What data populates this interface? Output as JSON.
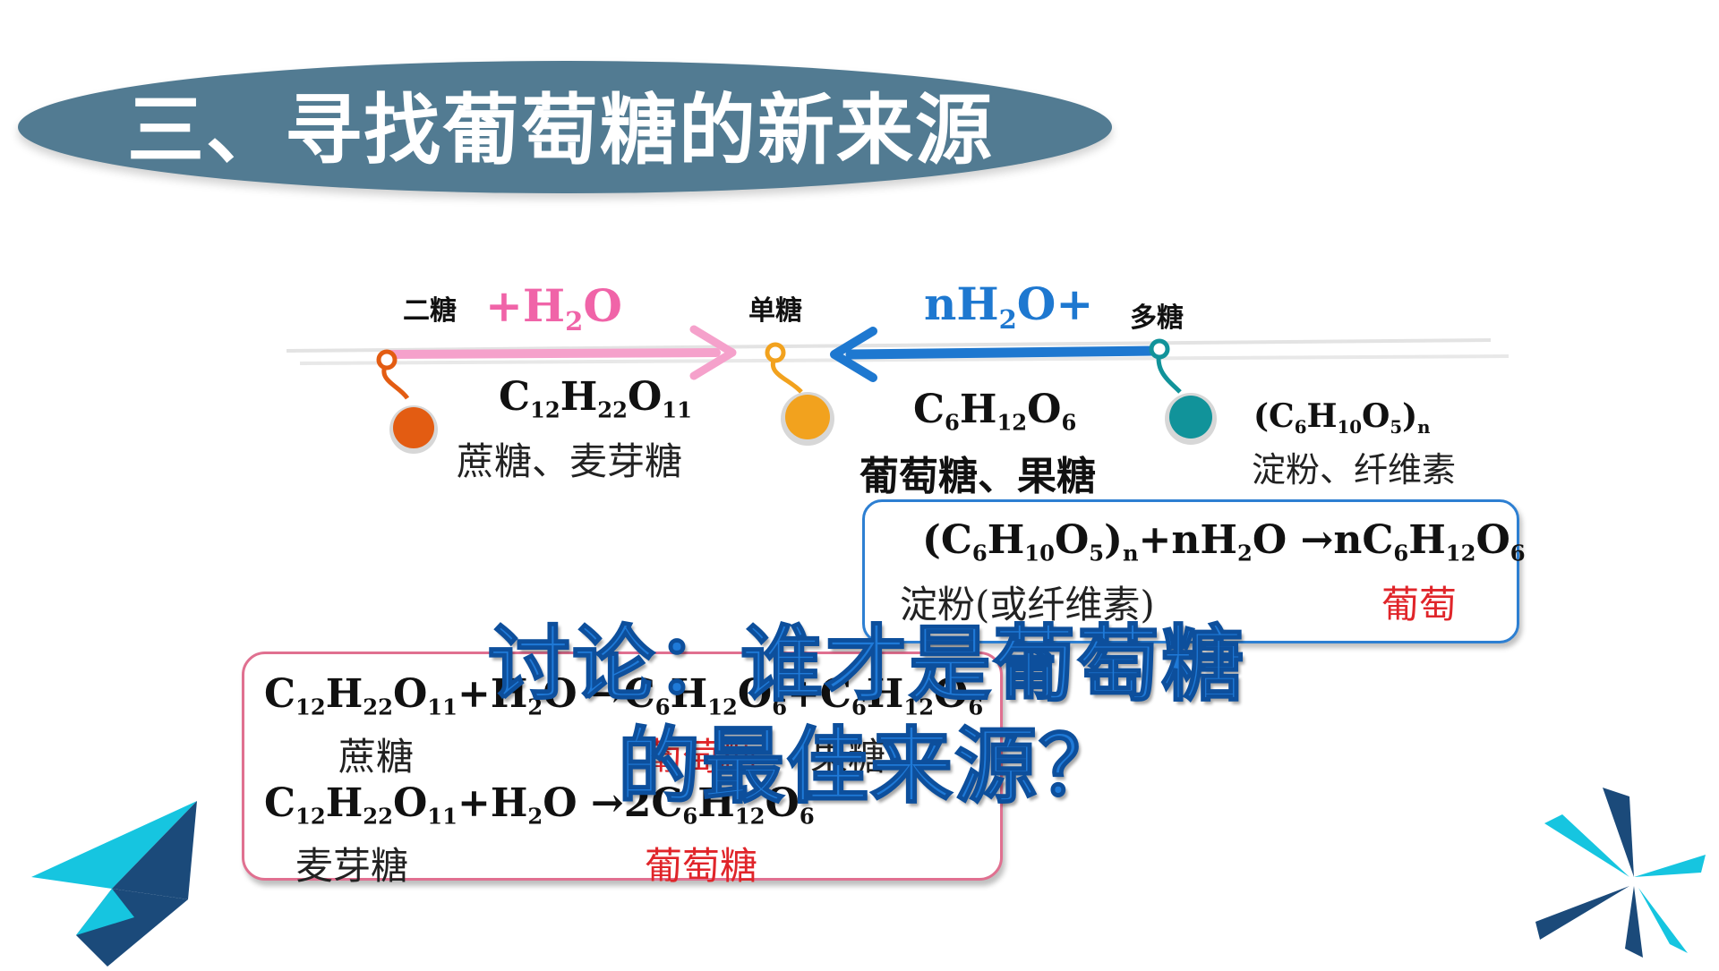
{
  "title": "三、寻找葡萄糖的新来源",
  "chain": {
    "disaccharide": {
      "label": "二糖",
      "formula": {
        "c": "C",
        "c_n": "12",
        "h": "H",
        "h_n": "22",
        "o": "O",
        "o_n": "11"
      },
      "names": "蔗糖、麦芽糖",
      "color": "#e35c12"
    },
    "monosaccharide": {
      "label": "单糖",
      "formula": {
        "c": "C",
        "c_n": "6",
        "h": "H",
        "h_n": "12",
        "o": "O",
        "o_n": "6"
      },
      "names": "葡萄糖、果糖",
      "color": "#f2a21e"
    },
    "polysaccharide": {
      "label": "多糖",
      "formula": {
        "open": "(C",
        "c_n": "6",
        "h": "H",
        "h_n": "10",
        "o": "O",
        "o_n": "5",
        "close": ")",
        "n": "n"
      },
      "names": "淀粉、纤维素",
      "color": "#11939a"
    },
    "left_reagent": {
      "pre": "+H",
      "sub": "2",
      "post": "O",
      "color": "#f064a8"
    },
    "right_reagent": {
      "pre": "nH",
      "sub": "2",
      "post": "O+",
      "color": "#1e78d0"
    }
  },
  "blue_box": {
    "equation": {
      "p1": "(C",
      "s1": "6",
      "p2": "H",
      "s2": "10",
      "p3": "O",
      "s3": "5",
      "p4": ")",
      "s4": "n",
      "p5": "+nH",
      "s5": "2",
      "p6": "O →nC",
      "s6": "6",
      "p7": "H",
      "s7": "12",
      "p8": "O",
      "s8": "6"
    },
    "reactant_name": "淀粉(或纤维素)",
    "product_name": "葡萄",
    "border_color": "#2d7fd2"
  },
  "pink_box": {
    "eq1": {
      "p1": "C",
      "s1": "12",
      "p2": "H",
      "s2": "22",
      "p3": "O",
      "s3": "11",
      "p4": "+H",
      "s4": "2",
      "p5": "O →C",
      "s5": "6",
      "p6": "H",
      "s6": "12",
      "p7": "O",
      "s7": "6",
      "p8": "+C",
      "s8": "6",
      "p9": "H",
      "s9": "12",
      "p10": "O",
      "s10": "6"
    },
    "eq1_reactant_name": "蔗糖",
    "eq1_product_name": "葡萄糖",
    "eq1_product2_name": "果糖",
    "eq2": {
      "p1": "C",
      "s1": "12",
      "p2": "H",
      "s2": "22",
      "p3": "O",
      "s3": "11",
      "p4": "+H",
      "s4": "2",
      "p5": "O →2C",
      "s5": "6",
      "p6": "H",
      "s6": "12",
      "p7": "O",
      "s7": "6"
    },
    "eq2_reactant_name": "麦芽糖",
    "eq2_product_name": "葡萄糖",
    "border_color": "#e07090"
  },
  "discussion": {
    "line1": "讨论：谁才是葡萄糖",
    "line2": "的最佳来源？",
    "color": "#1f7ad8"
  },
  "decor": {
    "left_icon": "paper-plane-icon",
    "right_icon": "starburst-icon",
    "accent_dark": "#1b4a7a",
    "accent_light": "#16c5e0"
  }
}
